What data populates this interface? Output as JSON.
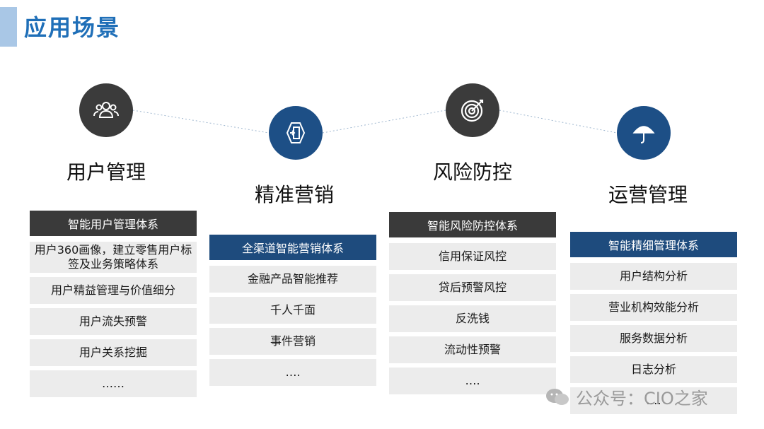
{
  "page_title": "应用场景",
  "categories": [
    {
      "title": "用户管理",
      "icon": "users-icon",
      "header": "智能用户管理体系",
      "items": [
        "用户360画像，建立零售用户标签及业务策略体系",
        "用户精益管理与价值细分",
        "用户流失预警",
        "用户关系挖掘",
        "……"
      ]
    },
    {
      "title": "精准营销",
      "icon": "door-exit-icon",
      "header": "全渠道智能营销体系",
      "items": [
        "金融产品智能推荐",
        "千人千面",
        "事件营销",
        "…."
      ]
    },
    {
      "title": "风险防控",
      "icon": "target-icon",
      "header": "智能风险防控体系",
      "items": [
        "信用保证风控",
        "贷后预警风控",
        "反洗钱",
        "流动性预警",
        "…."
      ]
    },
    {
      "title": "运营管理",
      "icon": "umbrella-icon",
      "header": "智能精细管理体系",
      "items": [
        "用户结构分析",
        "营业机构效能分析",
        "服务数据分析",
        "日志分析",
        "…."
      ]
    }
  ],
  "watermark": "公众号：CIO之家",
  "colors": {
    "accent": "#1f6fb8",
    "dark": "#3a3a3a",
    "navy": "#1e4b7d",
    "item_bg": "#ececec"
  }
}
